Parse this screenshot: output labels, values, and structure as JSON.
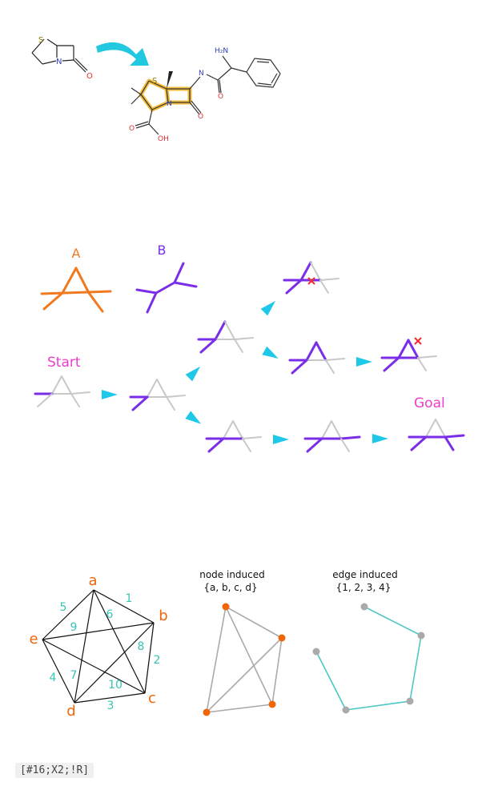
{
  "molecules": {
    "small": {
      "S": "S",
      "N": "N",
      "O": "O"
    },
    "large": {
      "S": "S",
      "N": "N",
      "H2N": "H₂N",
      "NH": "N",
      "O_amide": "O",
      "O_ring": "O",
      "O_acid": "O",
      "OH": "OH"
    }
  },
  "search": {
    "label_a": "A",
    "label_b": "B",
    "start_label": "Start",
    "goal_label": "Goal"
  },
  "graph": {
    "nodes": [
      "a",
      "b",
      "c",
      "d",
      "e"
    ],
    "edges": [
      "1",
      "2",
      "3",
      "4",
      "5",
      "6",
      "7",
      "8",
      "9",
      "10"
    ],
    "node_induced_title": "node induced",
    "node_induced_set": "{a, b, c, d}",
    "edge_induced_title": "edge induced",
    "edge_induced_set": "{1, 2, 3, 4}"
  },
  "smarts": "[#16;X2;!R]",
  "colors": {
    "orange": "#f07a20",
    "purple": "#7b2ee8",
    "magenta": "#f03cc8",
    "cyan": "#1ec8e8",
    "teal": "#38c4b4",
    "gold": "#f0b428",
    "gray": "#c8c8c8",
    "red": "#f03030",
    "node_orange": "#f0640a"
  }
}
